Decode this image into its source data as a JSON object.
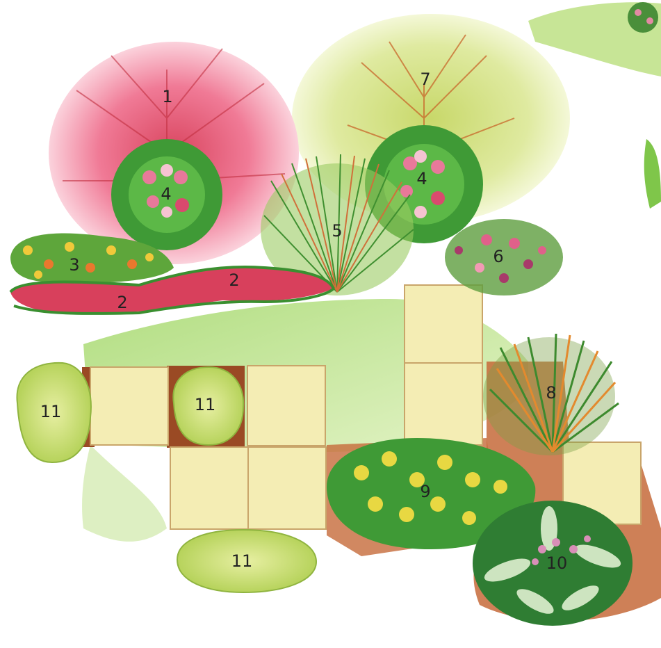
{
  "labels": {
    "l1": "1",
    "l2a": "2",
    "l2b": "2",
    "l3": "3",
    "l4a": "4",
    "l4b": "4",
    "l5": "5",
    "l6": "6",
    "l7": "7",
    "l8": "8",
    "l9": "9",
    "l10": "10",
    "l11a": "11",
    "l11b": "11",
    "l11c": "11"
  },
  "colors": {
    "pink_tree": "#f07a96",
    "lime_tree": "#d7e58a",
    "lawn": "#a9d46a",
    "paving": "#f3ecb0",
    "soil": "#b4562c",
    "grass": "#6dbb3a",
    "red_border": "#d43a56",
    "yellow_flowers": "#e9d83a",
    "hosta": "#3e8f3a",
    "shrub_light": "#cbe07a"
  }
}
